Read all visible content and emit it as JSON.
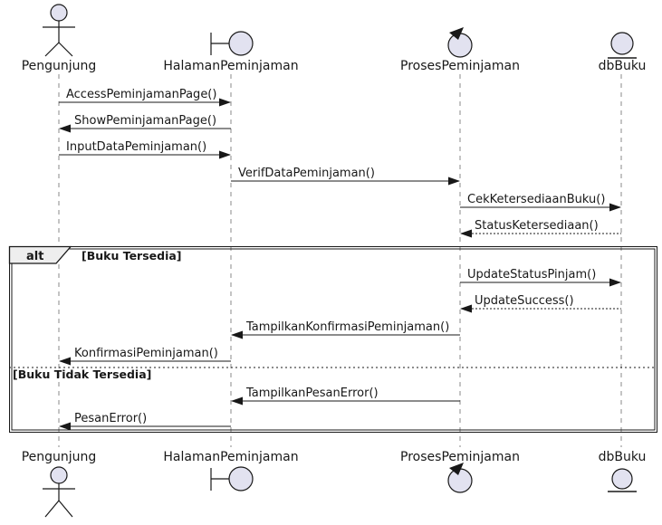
{
  "participants": [
    {
      "label": "Pengunjung",
      "kind": "actor"
    },
    {
      "label": "HalamanPeminjaman",
      "kind": "boundary"
    },
    {
      "label": "ProsesPeminjaman",
      "kind": "control"
    },
    {
      "label": "dbBuku",
      "kind": "entity"
    }
  ],
  "messages": [
    {
      "label": "AccessPeminjamanPage()",
      "from": "Pengunjung",
      "to": "HalamanPeminjaman",
      "line": "solid"
    },
    {
      "label": "ShowPeminjamanPage()",
      "from": "HalamanPeminjaman",
      "to": "Pengunjung",
      "line": "solid"
    },
    {
      "label": "InputDataPeminjaman()",
      "from": "Pengunjung",
      "to": "HalamanPeminjaman",
      "line": "solid"
    },
    {
      "label": "VerifDataPeminjaman()",
      "from": "HalamanPeminjaman",
      "to": "ProsesPeminjaman",
      "line": "solid"
    },
    {
      "label": "CekKetersediaanBuku()",
      "from": "ProsesPeminjaman",
      "to": "dbBuku",
      "line": "solid"
    },
    {
      "label": "StatusKetersediaan()",
      "from": "dbBuku",
      "to": "ProsesPeminjaman",
      "line": "dotted"
    },
    {
      "label": "UpdateStatusPinjam()",
      "from": "ProsesPeminjaman",
      "to": "dbBuku",
      "line": "solid"
    },
    {
      "label": "UpdateSuccess()",
      "from": "dbBuku",
      "to": "ProsesPeminjaman",
      "line": "dotted"
    },
    {
      "label": "TampilkanKonfirmasiPeminjaman()",
      "from": "ProsesPeminjaman",
      "to": "HalamanPeminjaman",
      "line": "solid"
    },
    {
      "label": "KonfirmasiPeminjaman()",
      "from": "HalamanPeminjaman",
      "to": "Pengunjung",
      "line": "solid"
    },
    {
      "label": "TampilkanPesanError()",
      "from": "ProsesPeminjaman",
      "to": "HalamanPeminjaman",
      "line": "solid"
    },
    {
      "label": "PesanError()",
      "from": "HalamanPeminjaman",
      "to": "Pengunjung",
      "line": "solid"
    }
  ],
  "alt_frame": {
    "operator": "alt",
    "guard_true": "[Buku Tersedia]",
    "guard_false": "[Buku Tidak Tersedia]"
  },
  "colors": {
    "background": "#FFFFFF",
    "icon_fill": "#E2E2F0",
    "icon_stroke": "#181818",
    "lifeline": "#888888",
    "message_line": "#181818",
    "frame_border": "#181818",
    "operator_bg": "#EEEEEE"
  }
}
